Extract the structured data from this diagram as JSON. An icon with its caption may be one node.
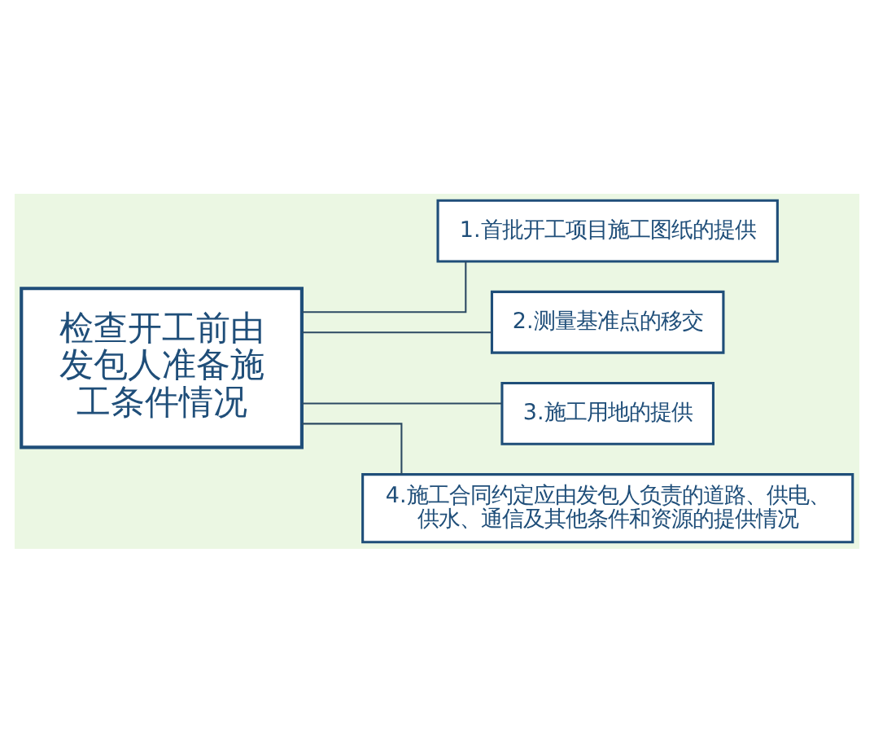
{
  "diagram": {
    "nodes": [
      {
        "text": [
          "检查开工前由发包人准备施工条件情况"
        ]
      },
      {
        "text": [
          "1.首批开工项目施工图纸的提供"
        ]
      },
      {
        "text": [
          "2.测量基准点的移交"
        ]
      },
      {
        "text": [
          "3.施工用地的提供"
        ]
      },
      {
        "text": [
          "4.施工合同约定应由发包人负责的道路、供电、供水、通信及其他条件和资源的提供情况"
        ]
      }
    ],
    "edges": [
      {
        "from": 0,
        "to": 1,
        "arrow": "none"
      },
      {
        "from": 0,
        "to": 2,
        "arrow": "none"
      },
      {
        "from": 0,
        "to": 3,
        "arrow": "none"
      },
      {
        "from": 0,
        "to": 4,
        "arrow": "none"
      }
    ]
  }
}
